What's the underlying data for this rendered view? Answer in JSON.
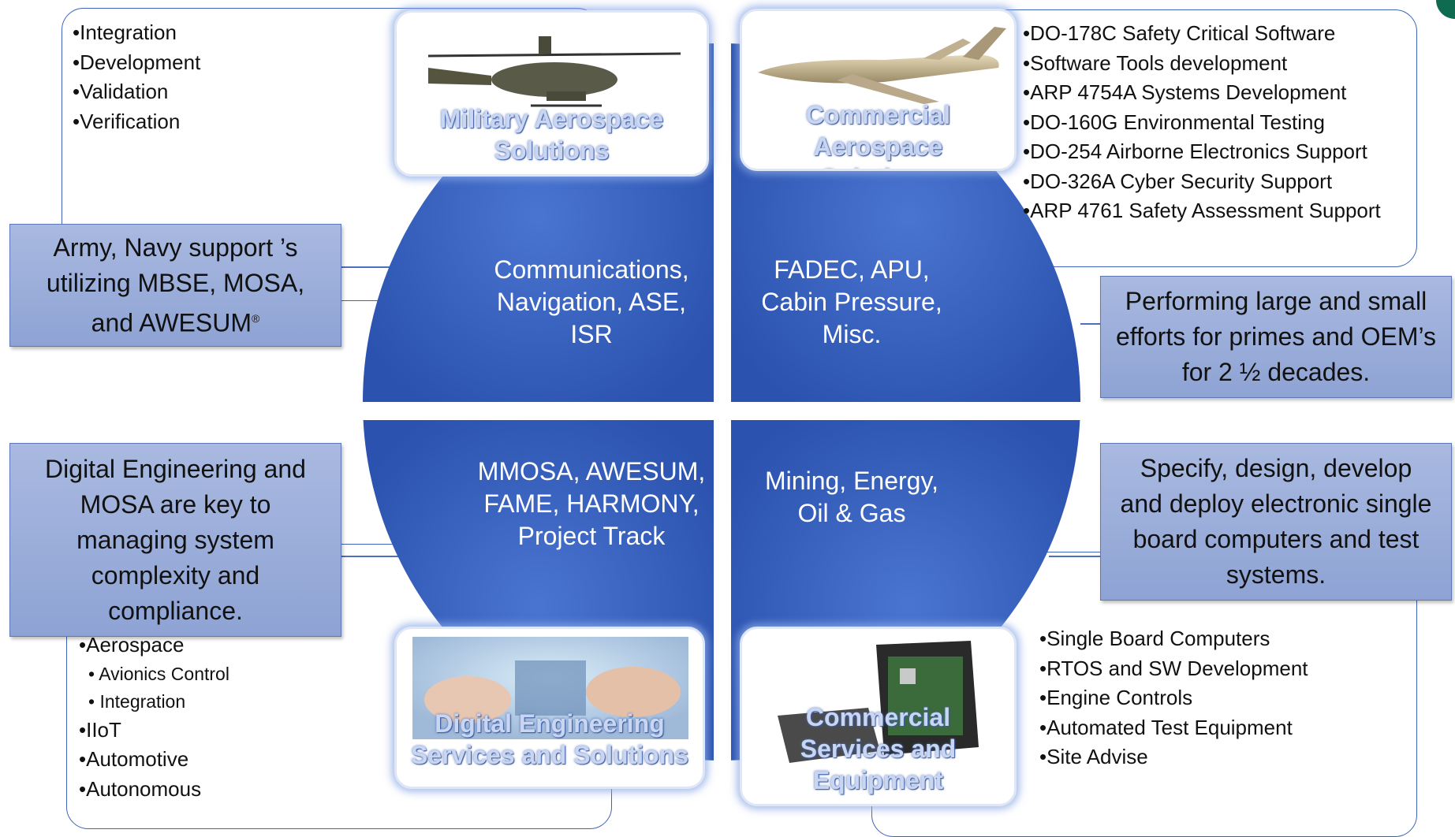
{
  "center": {
    "quadrants": {
      "top_left": "Communications, Navigation, ASE, ISR",
      "top_right": "FADEC, APU, Cabin Pressure, Misc.",
      "bottom_left": "MMOSA, AWESUM, FAME, HARMONY, Project Track",
      "bottom_right": "Mining, Energy, Oil & Gas"
    },
    "colors": {
      "disc": "#3d67c4",
      "disc_dark": "#2c53ad",
      "card_glow": "#8caae6"
    }
  },
  "cards": {
    "military": {
      "label": "Military Aerospace Solutions"
    },
    "commercial_aero": {
      "label": "Commercial Aerospace Solutions"
    },
    "digital": {
      "label": "Digital Engineering Services and Solutions"
    },
    "commercial_services": {
      "label": "Commercial Services and Equipment"
    }
  },
  "lists": {
    "top_left": [
      "Integration",
      "Development",
      "Validation",
      "Verification"
    ],
    "top_right": [
      "DO-178C Safety Critical Software",
      "Software Tools development",
      "ARP 4754A Systems Development",
      "DO-160G Environmental Testing",
      "DO-254 Airborne Electronics Support",
      "DO-326A Cyber Security Support",
      "ARP 4761 Safety Assessment Support"
    ],
    "bottom_left": {
      "aerospace": "Aerospace",
      "avionics": "Avionics Control",
      "integration": "Integration",
      "iiot": "IIoT",
      "automotive": "Automotive",
      "autonomous": "Autonomous"
    },
    "bottom_right": [
      "Single Board Computers",
      "RTOS and SW Development",
      "Engine Controls",
      "Automated Test Equipment",
      "Site Advise"
    ]
  },
  "callouts": {
    "army_navy": {
      "line1": "Army, Navy support ’s",
      "line2": "utilizing MBSE, MOSA,",
      "line3": "and  AWESUM",
      "mark": "®"
    },
    "primes": "Performing large and small efforts for primes and OEM’s for 2 ½ decades.",
    "digital": "Digital Engineering and MOSA are key to managing system complexity and compliance.",
    "specify": "Specify, design, develop and deploy electronic single board computers and test systems."
  }
}
